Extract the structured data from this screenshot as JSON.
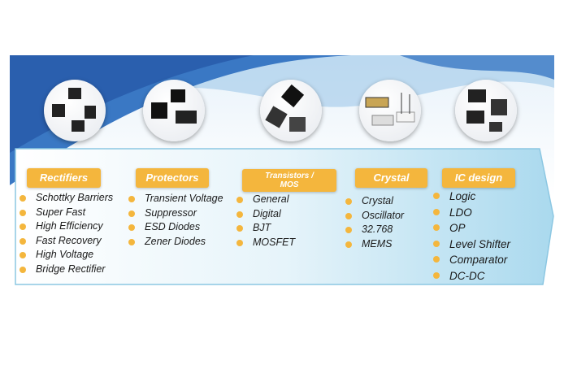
{
  "colors": {
    "accent": "#f4b63d",
    "panel": "#bfe3f2",
    "wave": "#3a78c4"
  },
  "categories": [
    {
      "title": "Rectifiers",
      "icon": "rectifier-component-image",
      "items": [
        "Schottky Barriers",
        "Super Fast",
        "High Efficiency",
        "Fast Recovery",
        "High Voltage",
        "Bridge Rectifier"
      ]
    },
    {
      "title": "Protectors",
      "icon": "protector-component-image",
      "items": [
        "Transient Voltage",
        "Suppressor",
        "ESD Diodes",
        "Zener Diodes"
      ]
    },
    {
      "title": "Transistors / MOS",
      "icon": "transistor-component-image",
      "items": [
        "General",
        "Digital",
        "BJT",
        "MOSFET"
      ]
    },
    {
      "title": "Crystal",
      "icon": "crystal-component-image",
      "items": [
        "Crystal",
        "Oscillator",
        "32.768",
        "MEMS"
      ]
    },
    {
      "title": "IC design",
      "icon": "ic-component-image",
      "items": [
        "Logic",
        "LDO",
        "OP",
        "Level Shifter",
        "Comparator",
        "DC-DC"
      ]
    }
  ]
}
